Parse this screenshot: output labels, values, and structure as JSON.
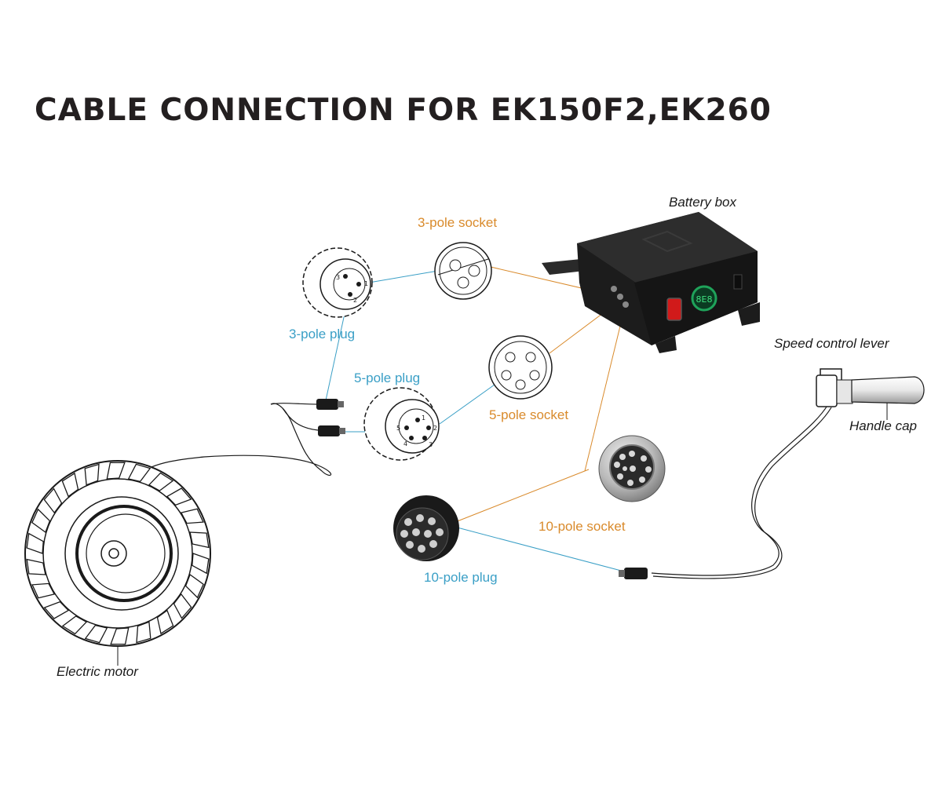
{
  "title": "CABLE CONNECTION FOR EK150F2,EK260",
  "labels": {
    "battery_box": "Battery box",
    "three_pole_socket": "3-pole socket",
    "three_pole_plug": "3-pole plug",
    "five_pole_plug": "5-pole plug",
    "five_pole_socket": "5-pole socket",
    "ten_pole_socket": "10-pole socket",
    "ten_pole_plug": "10-pole plug",
    "speed_control_lever": "Speed control lever",
    "handle_cap": "Handle cap",
    "electric_motor": "Electric motor"
  },
  "pin_numbers": {
    "three_pole_plug": [
      "3",
      "1",
      "2"
    ],
    "five_pole_plug": [
      "1",
      "5",
      "2",
      "4",
      "3"
    ]
  },
  "display_reading": "8E8",
  "colors": {
    "blue_line": "#3a9fc6",
    "orange_line": "#d98a2b",
    "drawing": "#1a1a1a",
    "display_green": "#1fa35a",
    "switch_red": "#d11a1a"
  }
}
